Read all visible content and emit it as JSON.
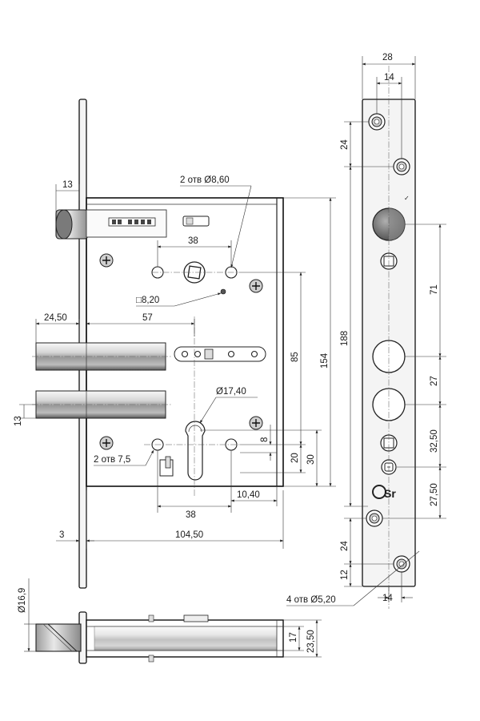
{
  "dims": {
    "d13_top": "13",
    "holes_d8_60": "2 отв  Ø8,60",
    "d38_top": "38",
    "sq8_20": "□8,20",
    "d24_50": "24,50",
    "d57": "57",
    "d85": "85",
    "d154": "154",
    "d17_40": "Ø17,40",
    "d13_left": "13",
    "d8": "8",
    "d20": "20",
    "d30": "30",
    "holes_d7_5": "2 отв 7,5",
    "d38_bottom": "38",
    "d10_40": "10,40",
    "d3": "3",
    "d104_50": "104,50",
    "fp_28": "28",
    "fp_14_top": "14",
    "fp_24_top": "24",
    "fp_71": "71",
    "fp_188": "188",
    "fp_27": "27",
    "fp_32_50": "32,50",
    "fp_27_50": "27,50",
    "fp_24_bottom": "24",
    "fp_12": "12",
    "fp_14_bottom": "14",
    "holes_d5_20": "4 отв  Ø5,20",
    "side_d16_9": "Ø16,9",
    "side_17": "17",
    "side_23_50": "23,50"
  },
  "logo": {
    "text": "Sr"
  }
}
